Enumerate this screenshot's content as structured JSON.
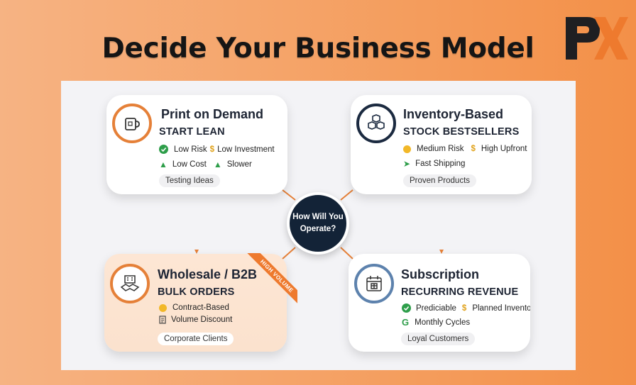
{
  "title": "Decide Your Business Model",
  "logo_text": "PX",
  "center": {
    "line1": "How Will You",
    "line2": "Operate?"
  },
  "cards": {
    "pod": {
      "title": "Print on Demand",
      "subtitle": "START LEAN",
      "features": [
        "Low Risk",
        "Low Investment",
        "Low Cost",
        "Slower"
      ],
      "tag": "Testing Ideas"
    },
    "inventory": {
      "title": "Inventory-Based",
      "subtitle": "STOCK BESTSELLERS",
      "features": [
        "Medium Risk",
        "High Upfront",
        "Fast Shipping"
      ],
      "tag": "Proven Products"
    },
    "wholesale": {
      "title": "Wholesale / B2B",
      "subtitle": "BULK ORDERS",
      "features": [
        "Contract-Based",
        "Volume Discount"
      ],
      "tag": "Corporate Clients",
      "ribbon": "HIGH VOLUME"
    },
    "subscription": {
      "title": "Subscription",
      "subtitle": "RECURRING REVENUE",
      "features": [
        "Prediciable",
        "Planned Inventory",
        "Monthly Cycles"
      ],
      "tag": "Loyal Customers"
    }
  },
  "colors": {
    "accent": "#e58038",
    "navy": "#132337",
    "green": "#2e9e4a",
    "gold": "#f2b829",
    "blue": "#5d82ad"
  }
}
